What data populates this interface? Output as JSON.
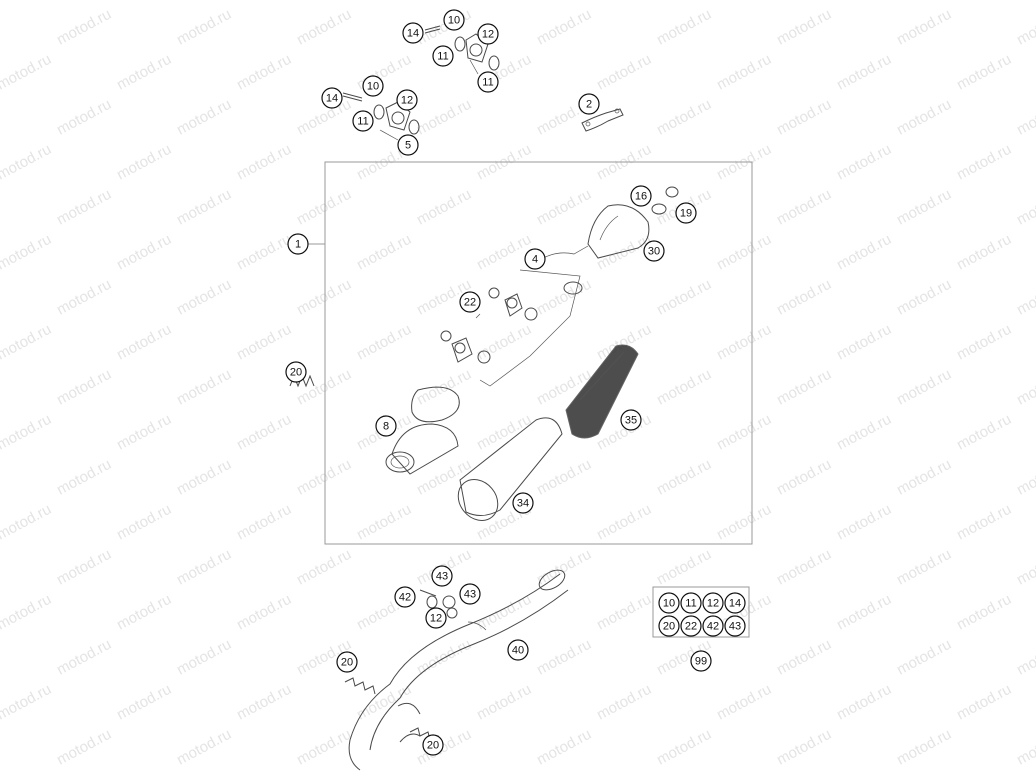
{
  "watermark": {
    "text": "motod.ru"
  },
  "callouts": {
    "c1": "1",
    "c2": "2",
    "c4": "4",
    "c5": "5",
    "c8": "8",
    "c10a": "10",
    "c10b": "10",
    "c11a": "11",
    "c11b": "11",
    "c11c": "11",
    "c12a": "12",
    "c12b": "12",
    "c12c": "12",
    "c14a": "14",
    "c14b": "14",
    "c16": "16",
    "c19": "19",
    "c20a": "20",
    "c20b": "20",
    "c20c": "20",
    "c22": "22",
    "c30": "30",
    "c34": "34",
    "c35": "35",
    "c40": "40",
    "c42": "42",
    "c43a": "43",
    "c43b": "43"
  },
  "kit": {
    "items": [
      "10",
      "11",
      "12",
      "14",
      "20",
      "22",
      "42",
      "43"
    ],
    "label": "99"
  }
}
